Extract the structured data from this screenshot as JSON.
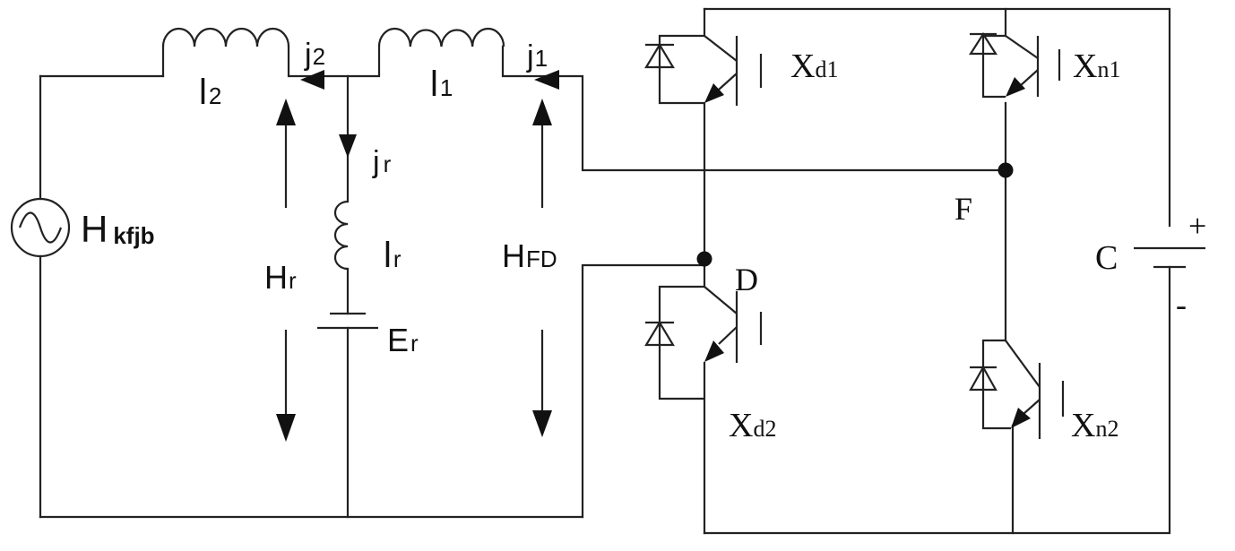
{
  "labels": {
    "source_main": "H",
    "source_sub": "kfjb",
    "inductor2_main": "l",
    "inductor2_sub": "2",
    "current2_main": "j",
    "current2_sub": "2",
    "inductor1_main": "l",
    "inductor1_sub": "1",
    "current1_main": "j",
    "current1_sub": "1",
    "currentr_main": "j",
    "currentr_sub": "r",
    "inductorr_main": "l",
    "inductorr_sub": "r",
    "voltager_main": "H",
    "voltager_sub": "r",
    "emf_main": "E",
    "emf_sub": "r",
    "voltagefd_main": "H",
    "voltagefd_sub": "FD",
    "node_f": "F",
    "node_d": "D",
    "cap_label": "C",
    "cap_plus": "+",
    "cap_minus": "-",
    "xd1_main": "X",
    "xd1_sub": "d1",
    "xn1_main": "X",
    "xn1_sub": "n1",
    "xd2_main": "X",
    "xd2_sub": "d2",
    "xn2_main": "X",
    "xn2_sub": "n2"
  }
}
